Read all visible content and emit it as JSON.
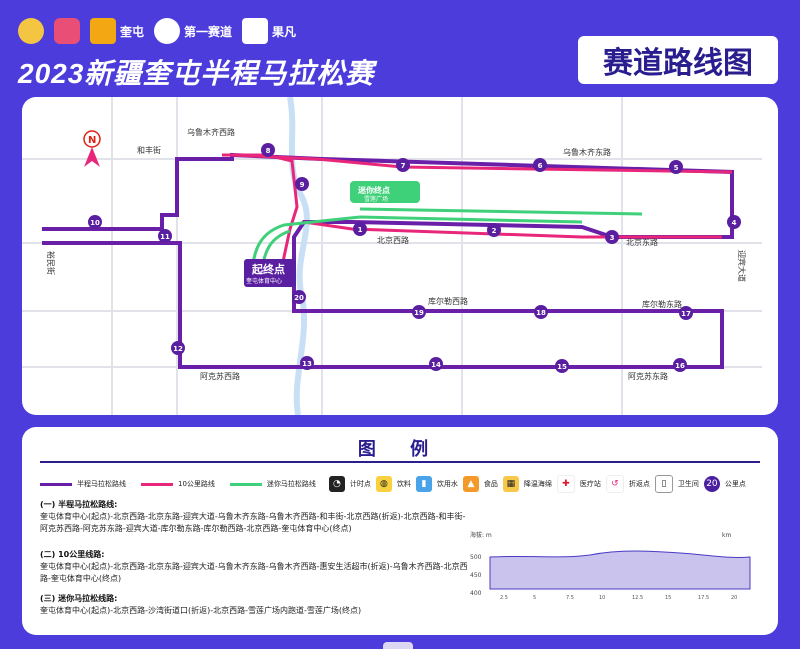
{
  "header": {
    "logos": [
      {
        "name": "logo-emblem",
        "text": ""
      },
      {
        "name": "logo-sport",
        "text": ""
      },
      {
        "name": "logo-kuitun",
        "text": "奎屯"
      },
      {
        "name": "logo-gusto",
        "text": "第一赛道"
      },
      {
        "name": "logo-cofind",
        "text": "果凡"
      }
    ],
    "title": "2023新疆奎屯半程马拉松赛",
    "map_title": "赛道路线图"
  },
  "map": {
    "roads": {
      "wulumuqi_west": "乌鲁木齐西路",
      "wulumuqi_east": "乌鲁木齐东路",
      "hefeng": "和丰街",
      "yumin": "裕民街",
      "beijing_west": "北京西路",
      "beijing_east": "北京东路",
      "yingbin": "迎宾大道",
      "kerle_west": "库尔勒西路",
      "kerle_east": "库尔勒东路",
      "akesu_west": "阿克苏西路",
      "akesu_east": "阿克苏东路"
    },
    "start_label": "起终点",
    "start_sub": "奎屯体育中心",
    "mini_finish_label": "迷你终点",
    "mini_finish_sub": "雪莲广场",
    "north_label": "N",
    "km_markers": [
      "1",
      "2",
      "3",
      "4",
      "5",
      "6",
      "7",
      "8",
      "9",
      "10",
      "11",
      "12",
      "13",
      "14",
      "15",
      "16",
      "17",
      "18",
      "19",
      "20"
    ]
  },
  "legend": {
    "title": "图 例",
    "items": [
      {
        "label": "半程马拉松路线",
        "color": "#6a1fa8"
      },
      {
        "label": "10公里路线",
        "color": "#e8267a"
      },
      {
        "label": "迷你马拉松路线",
        "color": "#3fd07a"
      },
      {
        "label": "计时点",
        "icon": "timer-icon"
      },
      {
        "label": "饮料",
        "icon": "drink-icon"
      },
      {
        "label": "饮用水",
        "icon": "water-icon"
      },
      {
        "label": "食品",
        "icon": "food-icon"
      },
      {
        "label": "降温海绵",
        "icon": "sponge-icon"
      },
      {
        "label": "医疗站",
        "icon": "medical-icon"
      },
      {
        "label": "折返点",
        "icon": "turn-icon"
      },
      {
        "label": "卫生间",
        "icon": "toilet-icon"
      },
      {
        "label": "公里点",
        "icon": "km-icon",
        "sample": "20"
      }
    ],
    "routes": [
      {
        "heading": "(一) 半程马拉松路线:",
        "body": "奎屯体育中心(起点)-北京西路-北京东路-迎宾大道-乌鲁木齐东路-乌鲁木齐西路-和丰街-北京西路(折返)-北京西路-和丰街-阿克苏西路-阿克苏东路-迎宾大道-库尔勒东路-库尔勒西路-北京西路-奎屯体育中心(终点)"
      },
      {
        "heading": "(二) 10公里线路:",
        "body": "奎屯体育中心(起点)-北京西路-北京东路-迎宾大道-乌鲁木齐东路-乌鲁木齐西路-惠安生活超市(折返)-乌鲁木齐西路-北京西路-奎屯体育中心(终点)"
      },
      {
        "heading": "(三) 迷你马拉松线路:",
        "body": "奎屯体育中心(起点)-北京西路-沙湾街道口(折返)-北京西路-雪莲广场内跑道-雪莲广场(终点)"
      }
    ],
    "elevation": {
      "ylabel": "海拔: m",
      "xlabel": "km",
      "yticks": [
        "500",
        "450",
        "400"
      ],
      "xticks": [
        "2.5",
        "5",
        "7.5",
        "10",
        "12.5",
        "15",
        "17.5",
        "20"
      ]
    }
  }
}
